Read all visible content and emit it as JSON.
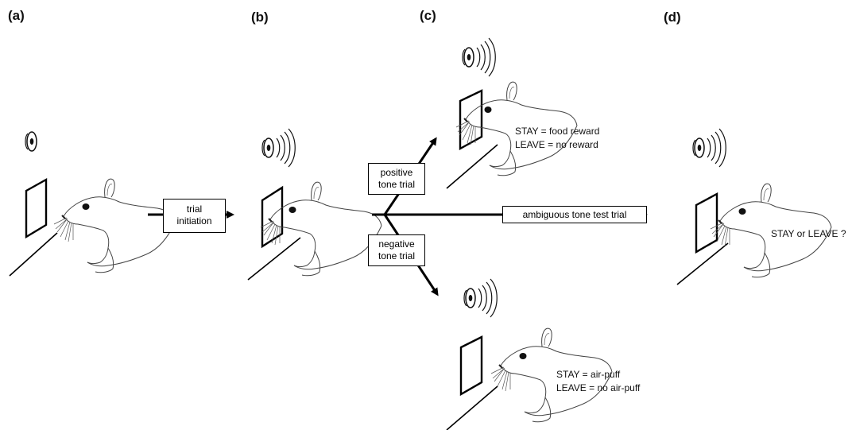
{
  "panels": {
    "a": "(a)",
    "b": "(b)",
    "c": "(c)",
    "d": "(d)"
  },
  "boxes": {
    "trial_initiation": [
      "trial",
      "initiation"
    ],
    "positive_tone_trial": [
      "positive",
      "tone trial"
    ],
    "negative_tone_trial": [
      "negative",
      "tone trial"
    ],
    "ambiguous_tone_test_trial": "ambiguous tone test trial"
  },
  "outcomes": {
    "positive": [
      "STAY = food reward",
      "LEAVE = no reward"
    ],
    "negative": [
      "STAY = air-puff",
      "LEAVE = no air-puff"
    ],
    "ambiguous": "STAY or LEAVE ?"
  }
}
